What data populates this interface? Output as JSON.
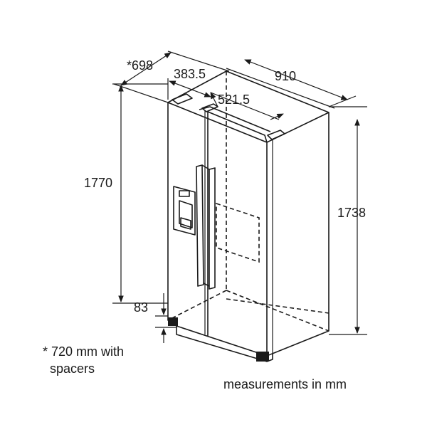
{
  "dimensions": {
    "depth": "*698",
    "door_width": "383.5",
    "total_width": "910",
    "door_offset": "521.5",
    "height_total": "1770",
    "height_body": "1738",
    "base_height": "83"
  },
  "footnote": {
    "line1": "* 720 mm with",
    "line2": "spacers"
  },
  "units_note": "measurements in mm"
}
